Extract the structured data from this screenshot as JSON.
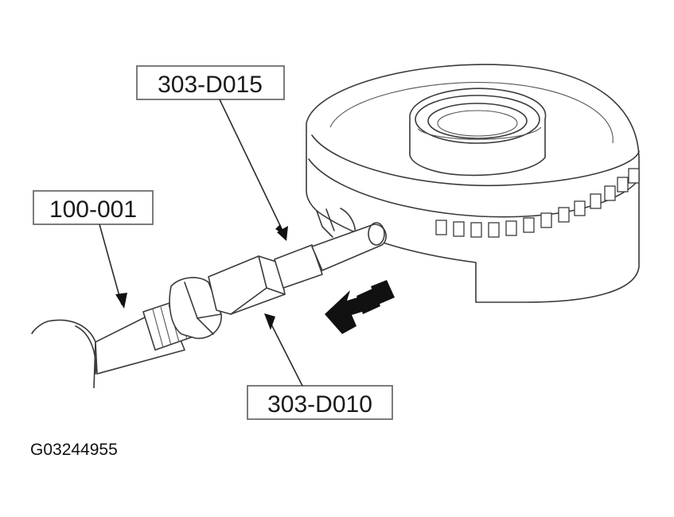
{
  "callouts": {
    "tool_303_d015": "303-D015",
    "tool_100_001": "100-001",
    "tool_303_d010": "303-D010"
  },
  "figure_id": "G03244955"
}
